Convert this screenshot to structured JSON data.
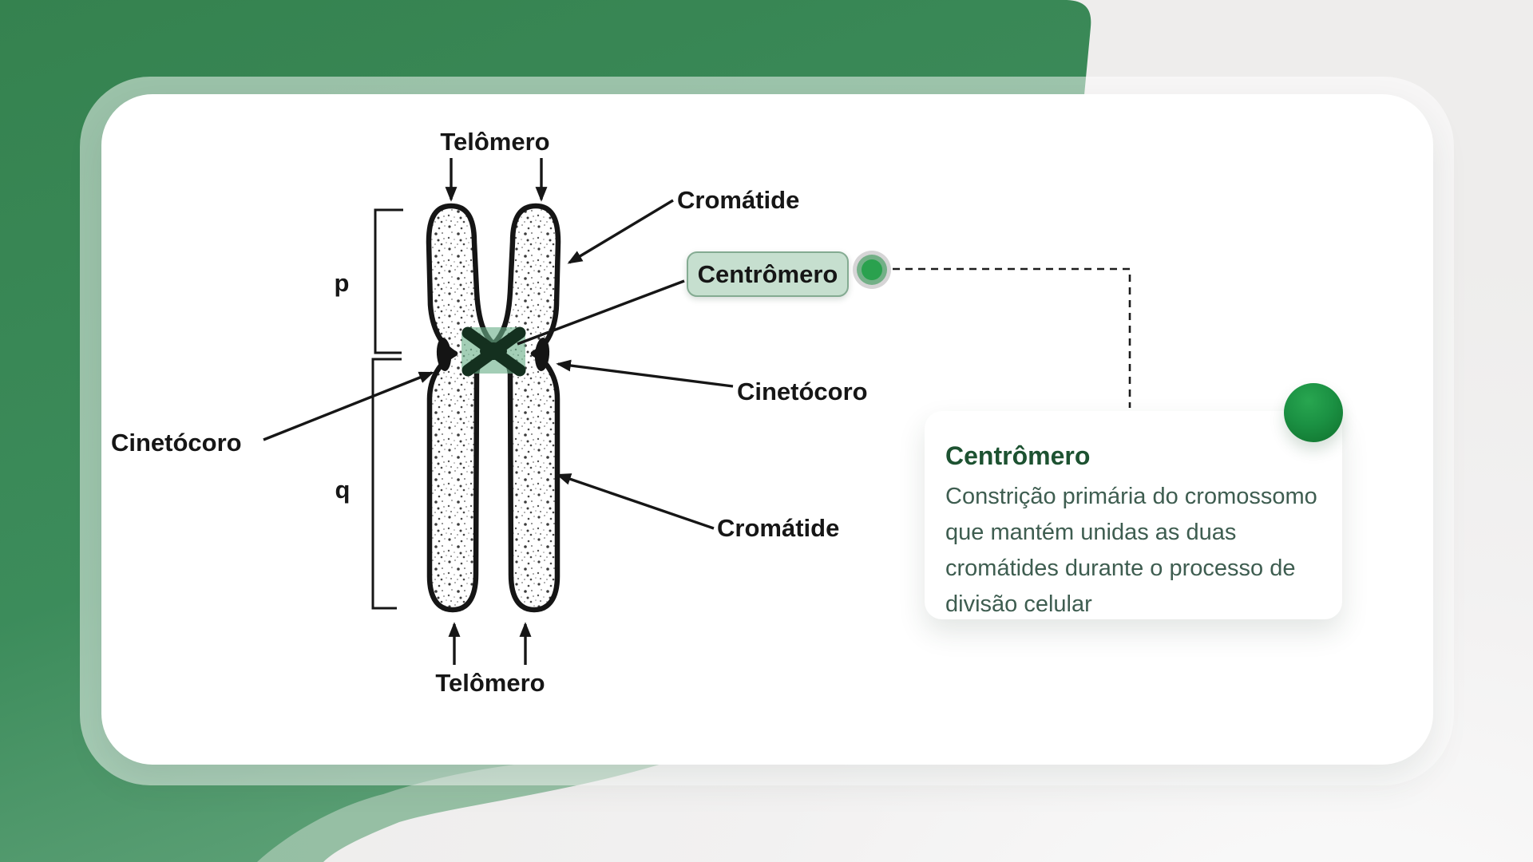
{
  "theme": {
    "brand_green": "#38895a",
    "brand_green_light": "#5fa077",
    "glass_tint": "#9bc4ac",
    "panel_gray": "#f2f1f1",
    "accent_dot_green": "#2aa14e",
    "tooltip_title_green": "#1d5231",
    "tooltip_text_green": "#3e5d50",
    "chip_fill": "#c6dfcf",
    "chip_border": "#84ab92"
  },
  "diagram": {
    "labels": {
      "telomere_top": "Telômero",
      "telomere_bottom": "Telômero",
      "chromatid_top": "Cromátide",
      "chromatid_bottom": "Cromátide",
      "kinetochore_left": "Cinetócoro",
      "kinetochore_right": "Cinetócoro",
      "short_arm": "p",
      "long_arm": "q"
    },
    "highlight_chip": {
      "label": "Centrômero"
    }
  },
  "tooltip": {
    "title": "Centrômero",
    "lines": [
      "Constrição primária do cromossomo",
      "que mantém unidas as duas",
      "cromátides durante o processo de",
      "divisão celular"
    ]
  }
}
